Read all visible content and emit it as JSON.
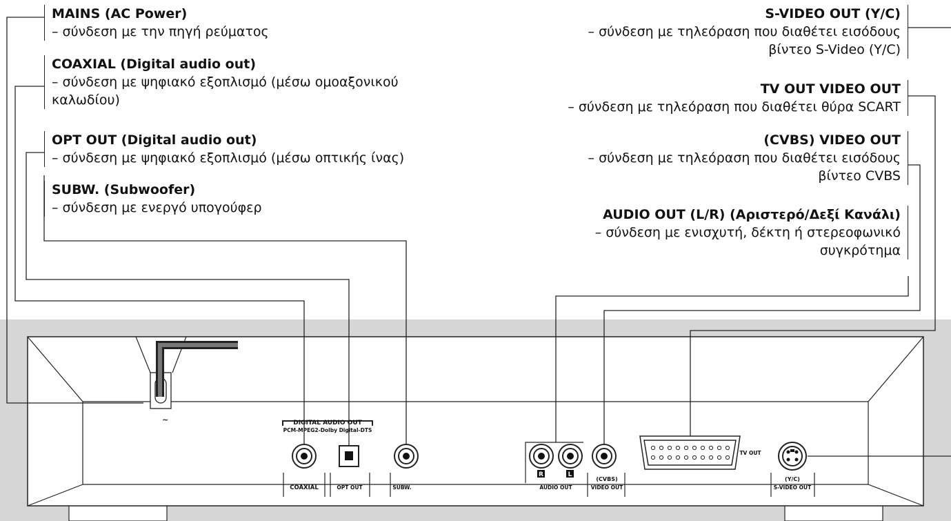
{
  "left_labels": [
    {
      "title": "MAINS (AC Power)",
      "desc": [
        "– σύνδεση με την πηγή ρεύματος"
      ]
    },
    {
      "title": "COAXIAL (Digital audio out)",
      "desc": [
        "– σύνδεση με ψηφιακό εξοπλισμό (μέσω ομοαξονικού",
        "καλωδίου)"
      ]
    },
    {
      "title": "OPT OUT (Digital audio out)",
      "desc": [
        "– σύνδεση με ψηφιακό εξοπλισμό (μέσω οπτικής ίνας)"
      ]
    },
    {
      "title": "SUBW. (Subwoofer)",
      "desc": [
        "– σύνδεση με ενεργό υπογούφερ"
      ]
    }
  ],
  "right_labels": [
    {
      "title": "S-VIDEO OUT (Y/C)",
      "desc": [
        "– σύνδεση με τηλεόραση που διαθέτει εισόδους",
        "βίντεο S-Video (Y/C)"
      ]
    },
    {
      "title": "TV OUT VIDEO OUT",
      "desc": [
        "– σύνδεση με τηλεόραση που διαθέτει θύρα SCART"
      ]
    },
    {
      "title": "(CVBS) VIDEO OUT",
      "desc": [
        "– σύνδεση με τηλεόραση που διαθέτει εισόδους",
        "βίντεο CVBS"
      ]
    },
    {
      "title": "AUDIO OUT (L/R) (Αριστερό/Δεξί Κανάλι)",
      "desc": [
        "– σύνδεση με ενισχυτή, δέκτη ή στερεοφωνικό",
        "συγκρότημα"
      ]
    }
  ],
  "panel": {
    "ac_symbol": "~",
    "digital_audio_out": "DIGITAL AUDIO OUT",
    "digital_formats": "PCM-MPEG2-Dolby Digital-DTS",
    "coaxial": "COAXIAL",
    "opt_out": "OPT OUT",
    "subw": "SUBW.",
    "r": "R",
    "l": "L",
    "audio_out": "AUDIO OUT",
    "cvbs": "(CVBS)",
    "video_out": "VIDEO OUT",
    "tv_out": "TV OUT",
    "yc": "(Y/C)",
    "svideo_out": "S-VIDEO OUT"
  },
  "colors": {
    "panel_bg": "#d6d6d6",
    "line": "#222222"
  }
}
